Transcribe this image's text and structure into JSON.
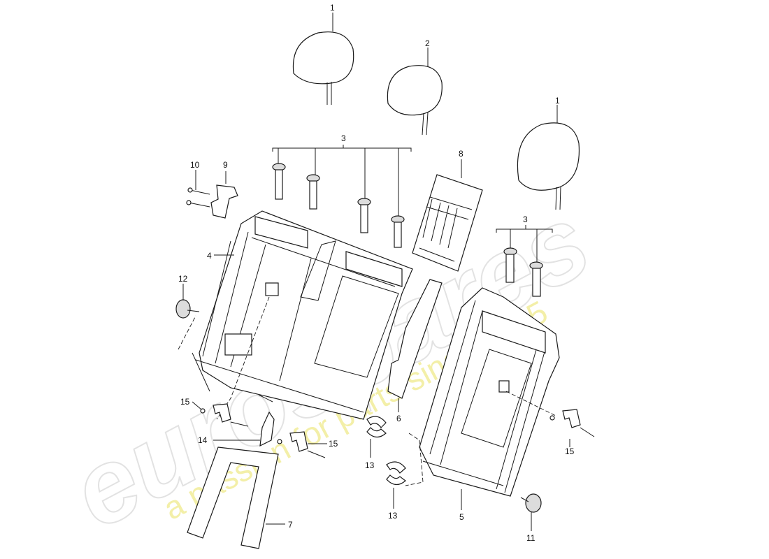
{
  "watermark": {
    "logo_text": "eurospares",
    "tagline": "a passion for parts since 1985"
  },
  "callouts": [
    {
      "id": "headrest-left",
      "label": "1"
    },
    {
      "id": "headrest-middle",
      "label": "2"
    },
    {
      "id": "headrest-right",
      "label": "1"
    },
    {
      "id": "guide-sleeves-left",
      "label": "3"
    },
    {
      "id": "guide-sleeves-right",
      "label": "3"
    },
    {
      "id": "backrest-frame-left",
      "label": "4"
    },
    {
      "id": "backrest-frame-right",
      "label": "5"
    },
    {
      "id": "trim-strip",
      "label": "6"
    },
    {
      "id": "frame-bow",
      "label": "7"
    },
    {
      "id": "armrest-insert",
      "label": "8"
    },
    {
      "id": "bracket",
      "label": "9"
    },
    {
      "id": "screw",
      "label": "10"
    },
    {
      "id": "cap-right",
      "label": "11"
    },
    {
      "id": "cap-left",
      "label": "12"
    },
    {
      "id": "bushing-upper",
      "label": "13"
    },
    {
      "id": "bushing-lower",
      "label": "13"
    },
    {
      "id": "cover",
      "label": "14"
    },
    {
      "id": "latch-left",
      "label": "15"
    },
    {
      "id": "latch-middle",
      "label": "15"
    },
    {
      "id": "latch-right",
      "label": "15"
    }
  ]
}
